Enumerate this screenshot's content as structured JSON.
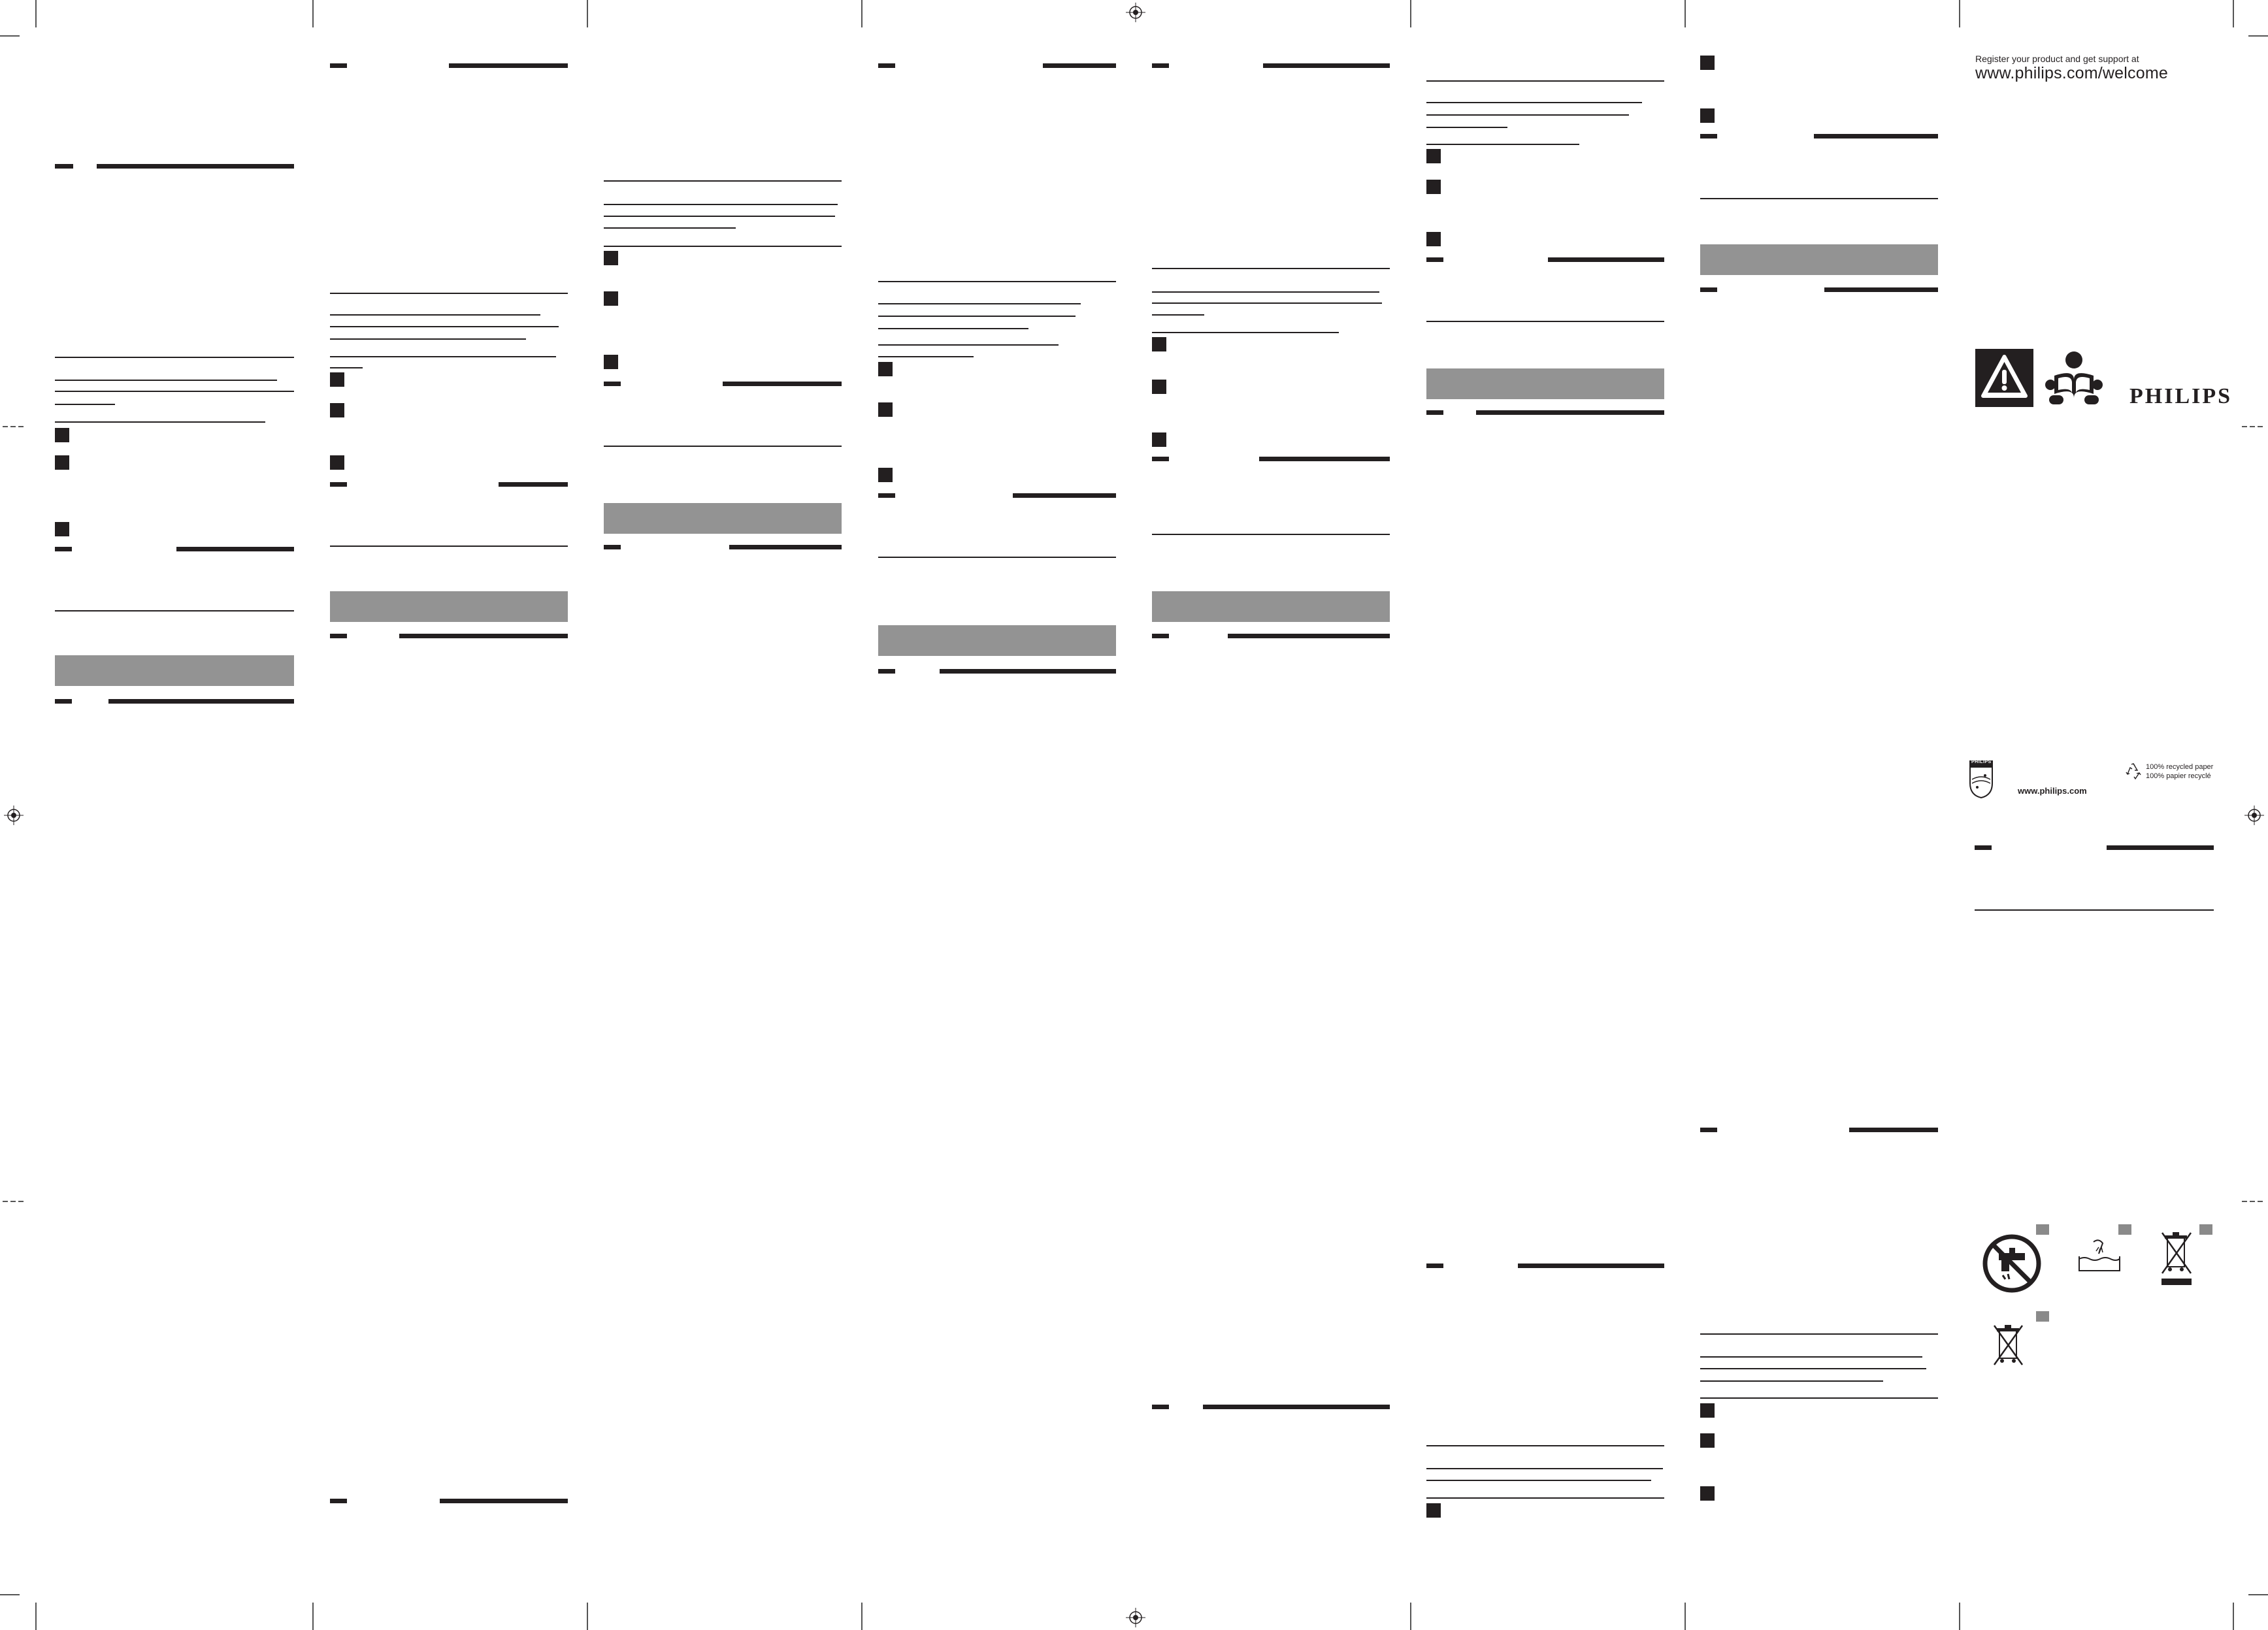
{
  "cover": {
    "register_text": "Register your product and get support at",
    "register_url": "www.philips.com/welcome",
    "brand": "PHILIPS",
    "footer_url": "www.philips.com",
    "recycled_line1": "100% recycled paper",
    "recycled_line2": "100% papier recyclé",
    "shield_brand": "PHILIPS"
  },
  "icons": {
    "warning": "warning-icon",
    "read_manual": "read-manual-icon",
    "no_water": "no-running-water-icon",
    "bath": "no-bath-icon",
    "weee_bar": "weee-crossed-bin-bar-icon",
    "weee": "weee-crossed-bin-icon",
    "recycle": "recycle-icon",
    "shield": "philips-shield-icon"
  },
  "colors": {
    "ink": "#231f20",
    "grey_band": "#939393",
    "page": "#ffffff"
  }
}
